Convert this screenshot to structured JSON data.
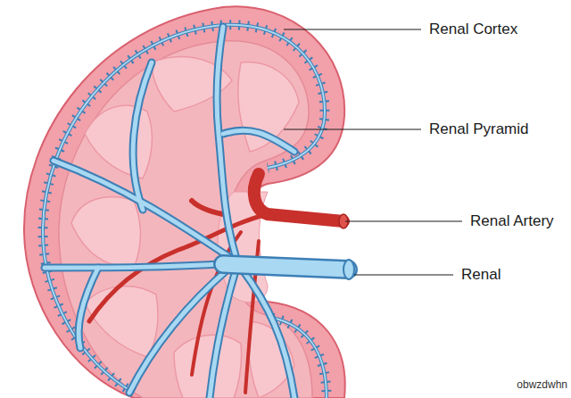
{
  "diagram": {
    "labels": [
      "Renal Cortex",
      "Renal Pyramid",
      "Renal Artery",
      "Renal",
      "obwzdwhn"
    ]
  }
}
